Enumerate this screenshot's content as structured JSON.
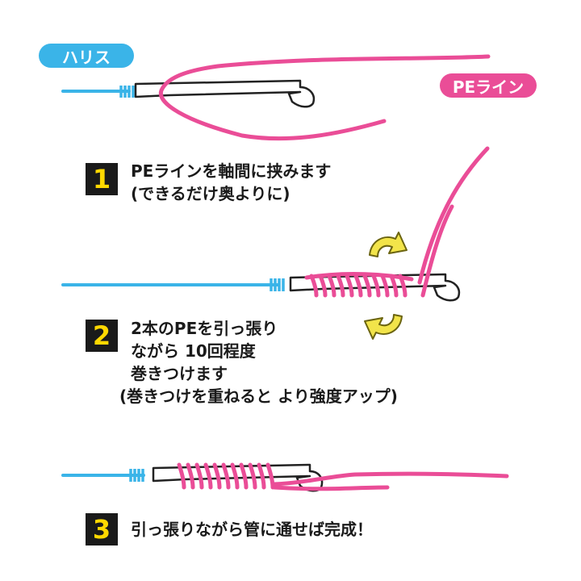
{
  "labels": {
    "harisu": "ハリス",
    "pe_line": "PEライン"
  },
  "colors": {
    "harisu": "#3ab4e8",
    "pe_line": "#ea4d97",
    "arrow": "#f2e44a",
    "number_bg": "#1a1a1a",
    "number_fg": "#ffd800"
  },
  "steps": [
    {
      "number": "1",
      "lines": [
        "PEラインを軸間に挟みます",
        "(できるだけ奥よりに)"
      ]
    },
    {
      "number": "2",
      "lines": [
        "2本のPEを引っ張り",
        "ながら 10回程度",
        "巻きつけます",
        "(巻きつけを重ねると より強度アップ)"
      ]
    },
    {
      "number": "3",
      "lines": [
        "引っ張りながら管に通せば完成！"
      ]
    }
  ]
}
